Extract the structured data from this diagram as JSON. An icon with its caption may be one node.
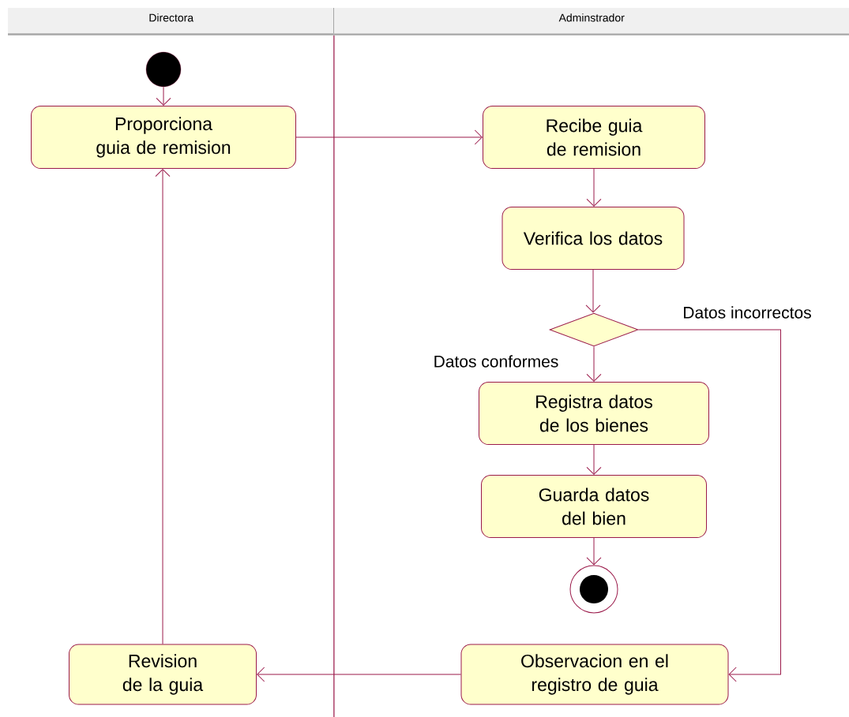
{
  "diagram": {
    "nodes": [
      {
        "text": [
          "Directora"
        ]
      },
      {
        "text": [
          "Adminstrador"
        ]
      },
      {
        "text": [],
        "shape": "circle",
        "in": 0
      },
      {
        "text": [
          "Proporciona guia de remision"
        ],
        "in": 0
      },
      {
        "text": [
          "Recibe guia de remision"
        ],
        "in": 1
      },
      {
        "text": [
          "Verifica los datos"
        ],
        "in": 1
      },
      {
        "text": [],
        "shape": "diamond",
        "in": 1
      },
      {
        "text": [
          "Registra datos de los bienes"
        ],
        "in": 1
      },
      {
        "text": [
          "Guarda datos del bien"
        ],
        "in": 1
      },
      {
        "text": [],
        "shape": "circle",
        "in": 1
      },
      {
        "text": [
          "Observacion en el registro de guia"
        ],
        "in": 1
      },
      {
        "text": [
          "Revision de la guia"
        ],
        "in": 0
      }
    ],
    "edges": [
      {
        "from": 2,
        "to": 3,
        "arrow": "to"
      },
      {
        "from": 3,
        "to": 4,
        "arrow": "to"
      },
      {
        "from": 4,
        "to": 5,
        "arrow": "to"
      },
      {
        "from": 5,
        "to": 6,
        "arrow": "to"
      },
      {
        "from": 6,
        "to": 7,
        "arrow": "to",
        "label": "Datos conformes"
      },
      {
        "from": 6,
        "to": 10,
        "arrow": "to",
        "label": "Datos incorrectos"
      },
      {
        "from": 7,
        "to": 8,
        "arrow": "to"
      },
      {
        "from": 8,
        "to": 9,
        "arrow": "to"
      },
      {
        "from": 10,
        "to": 11,
        "arrow": "to"
      },
      {
        "from": 11,
        "to": 3,
        "arrow": "to"
      }
    ]
  }
}
